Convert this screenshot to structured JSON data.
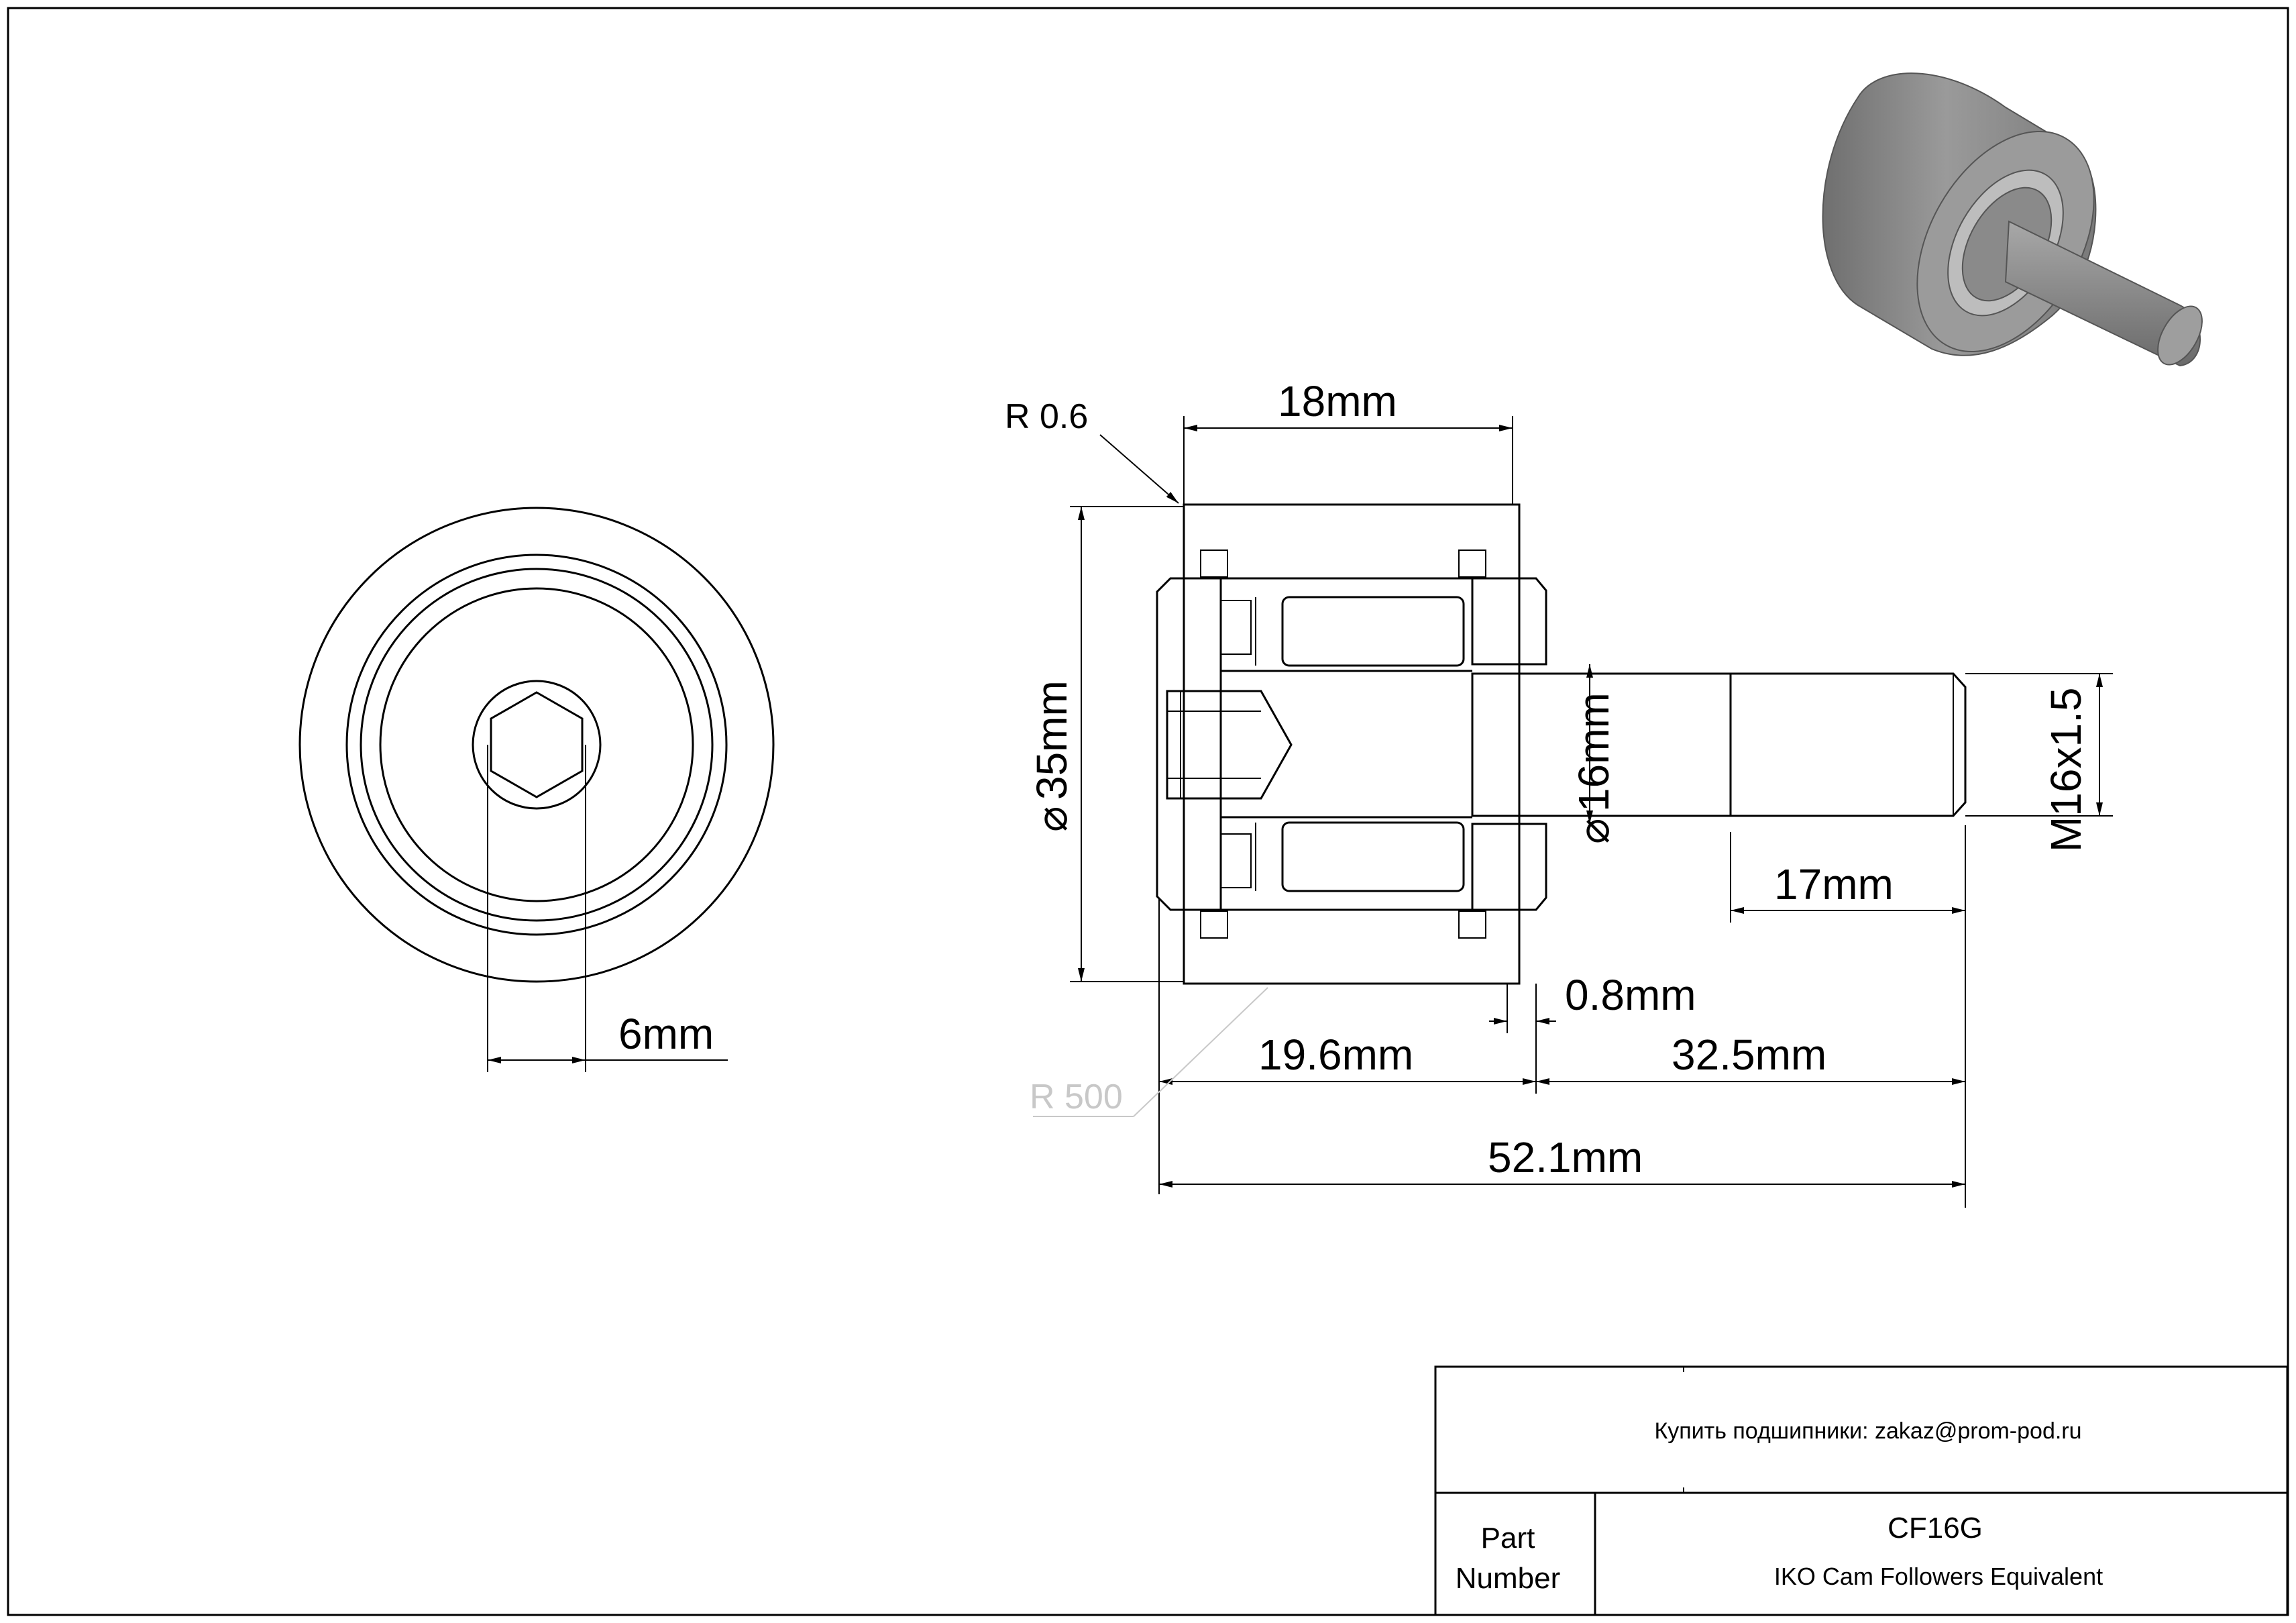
{
  "front_view": {
    "hex_width_label": "6mm"
  },
  "section_view": {
    "radius_top_label": "R 0.6",
    "width_label": "18mm",
    "outer_diameter_label": "35mm",
    "stud_diameter_label": "16mm",
    "thread_label": "M16x1.5",
    "thread_length_label": "17mm",
    "shoulder_label": "0.8mm",
    "body_length_label": "19.6mm",
    "stud_length_label": "32.5mm",
    "overall_length_label": "52.1mm",
    "radius_bottom_label": "R 500"
  },
  "title_block": {
    "purchase_text": "Купить подшипники: zakaz@prom-pod.ru",
    "part_label_line1": "Part",
    "part_label_line2": "Number",
    "part_number": "CF16G",
    "description": "IKO Cam Followers Equivalent"
  },
  "colors": {
    "line": "#000000",
    "render_body": "#8c8c8c",
    "faint_label": "#c8c8c8"
  }
}
